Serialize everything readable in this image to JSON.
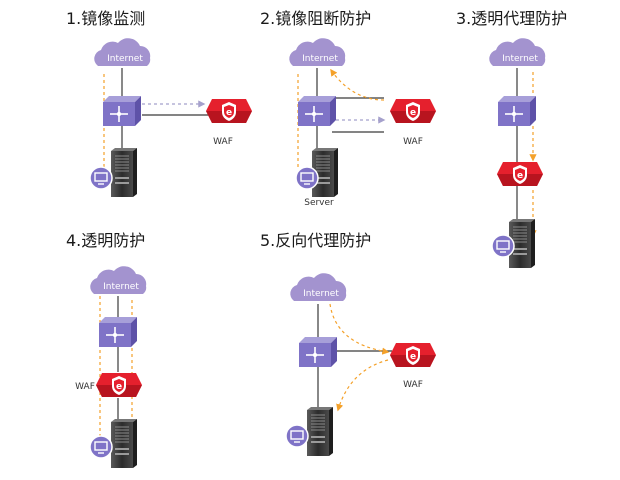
{
  "colors": {
    "cloud": "#a393cf",
    "switch": "#7f73c7",
    "waf": "#e5202d",
    "server": "#3b3b3b",
    "monitor": "#7f73c7",
    "flow": "#f4a12a",
    "mirror": "#a5a0cc",
    "link": "#3a3a3a"
  },
  "labels": {
    "internet": "Internet",
    "waf": "WAF",
    "server": "Server"
  },
  "panels": [
    {
      "title": "1.镜像监测"
    },
    {
      "title": "2.镜像阻断防护"
    },
    {
      "title": "3.透明代理防护"
    },
    {
      "title": "4.透明防护"
    },
    {
      "title": "5.反向代理防护"
    }
  ],
  "icons": {
    "cloud": "internet-cloud-icon",
    "switch": "network-switch-icon",
    "waf": "waf-shield-icon",
    "server": "server-tower-icon",
    "monitor": "monitor-icon"
  }
}
